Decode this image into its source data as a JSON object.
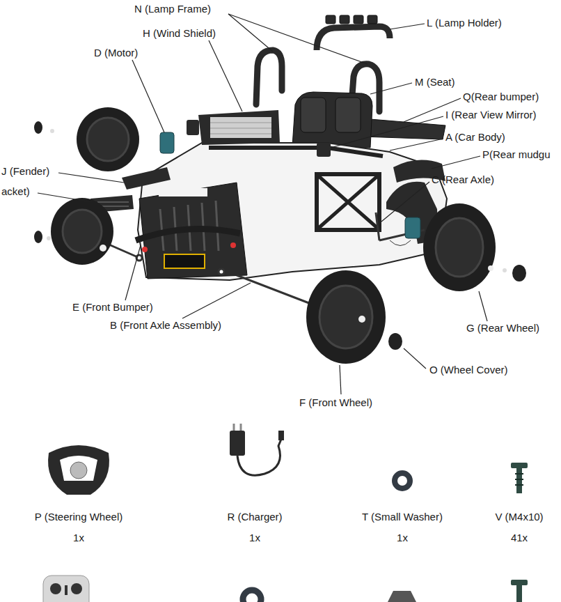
{
  "diagram": {
    "labels": [
      "N (Lamp Frame)",
      "L (Lamp Holder)",
      "H (Wind Shield)",
      "D (Motor)",
      "M (Seat)",
      "Q(Rear bumper)",
      "I (Rear View Mirror)",
      "A (Car Body)",
      "P(Rear mudgu",
      "J (Fender)",
      "acket)",
      "C (Rear Axle)",
      "E (Front Bumper)",
      "B (Front Axle Assembly)",
      "G (Rear Wheel)",
      "O (Wheel Cover)",
      "F (Front Wheel)",
      "P (Steering Wheel)",
      "1x",
      "R (Charger)",
      "1x",
      "T (Small Washer)",
      "1x",
      "V (M4x10)",
      "41x"
    ]
  }
}
